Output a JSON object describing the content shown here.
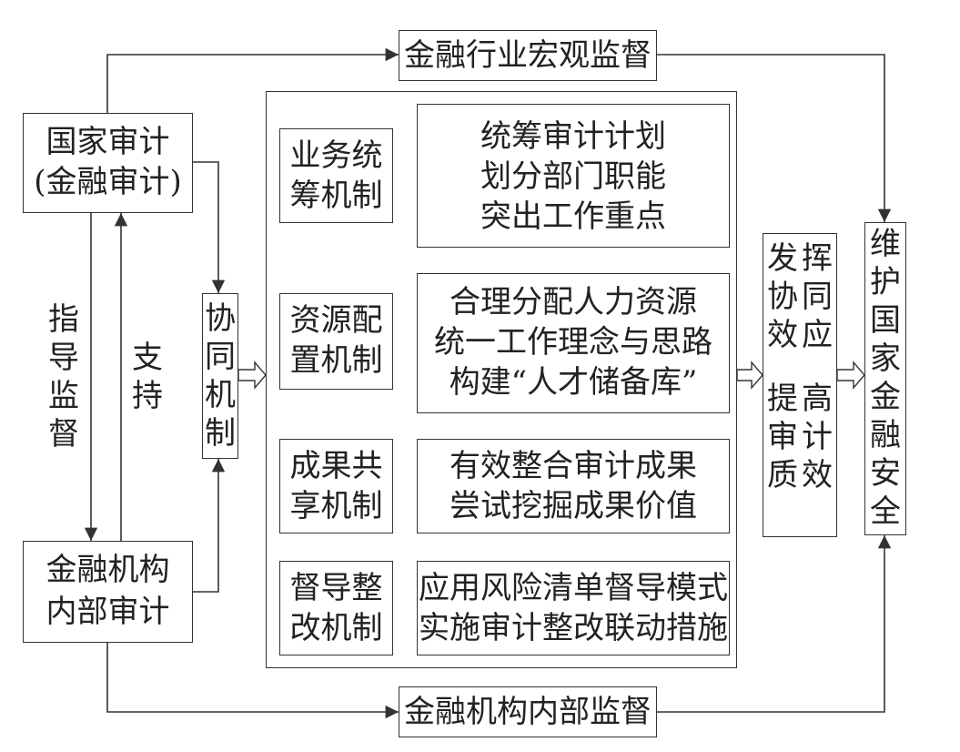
{
  "top_box": "金融行业宏观监督",
  "bottom_box": "金融机构内部监督",
  "national_audit": {
    "line1": "国家审计",
    "line2": "(金融审计)"
  },
  "internal_audit": {
    "line1": "金融机构",
    "line2": "内部审计"
  },
  "guide_label": [
    "指",
    "导",
    "监",
    "督"
  ],
  "support_label": [
    "支",
    "持"
  ],
  "coop_box": [
    "协",
    "同",
    "机",
    "制"
  ],
  "mechanisms": [
    {
      "name": [
        "业务统",
        "筹机制"
      ],
      "lines": [
        "统筹审计计划",
        "划分部门职能",
        "突出工作重点"
      ]
    },
    {
      "name": [
        "资源配",
        "置机制"
      ],
      "lines": [
        "合理分配人力资源",
        "统一工作理念与思路",
        "构建“人才储备库”"
      ]
    },
    {
      "name": [
        "成果共",
        "享机制"
      ],
      "lines": [
        "有效整合审计成果",
        "尝试挖掘成果价值"
      ]
    },
    {
      "name": [
        "督导整",
        "改机制"
      ],
      "lines": [
        "应用风险清单督导模式",
        "实施审计整改联动措施"
      ]
    }
  ],
  "effect_box": {
    "col1": [
      "发",
      "挥",
      "协",
      "同",
      "效",
      "应"
    ],
    "col2": [
      "提",
      "高",
      "审",
      "计",
      "质",
      "效"
    ]
  },
  "result_box": [
    "维",
    "护",
    "国",
    "家",
    "金",
    "融",
    "安",
    "全"
  ]
}
